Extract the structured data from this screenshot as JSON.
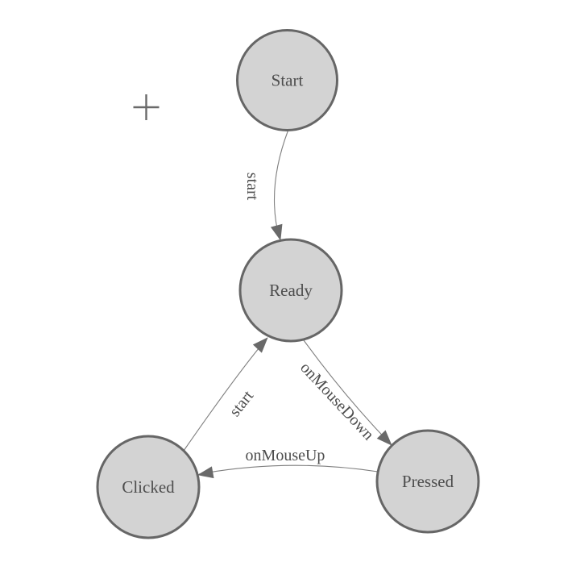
{
  "diagram": {
    "type": "state-machine",
    "colors": {
      "background": "#ffffff",
      "node_fill": "#d3d3d3",
      "node_stroke": "#666666",
      "edge_stroke": "#7f7f7f",
      "arrow_fill": "#696969",
      "label_color": "#4d4d4d",
      "plus_color": "#6a6a6a"
    },
    "nodes": [
      {
        "id": "start",
        "label": "Start"
      },
      {
        "id": "ready",
        "label": "Ready"
      },
      {
        "id": "clicked",
        "label": "Clicked"
      },
      {
        "id": "pressed",
        "label": "Pressed"
      }
    ],
    "edges": [
      {
        "label": "start",
        "from": "Start",
        "to": "Ready"
      },
      {
        "label": "onMouseDown",
        "from": "Ready",
        "to": "Pressed"
      },
      {
        "label": "onMouseUp",
        "from": "Pressed",
        "to": "Clicked"
      },
      {
        "label": "start",
        "from": "Clicked",
        "to": "Ready"
      }
    ],
    "tools": {
      "plus_icon": "plus"
    }
  }
}
